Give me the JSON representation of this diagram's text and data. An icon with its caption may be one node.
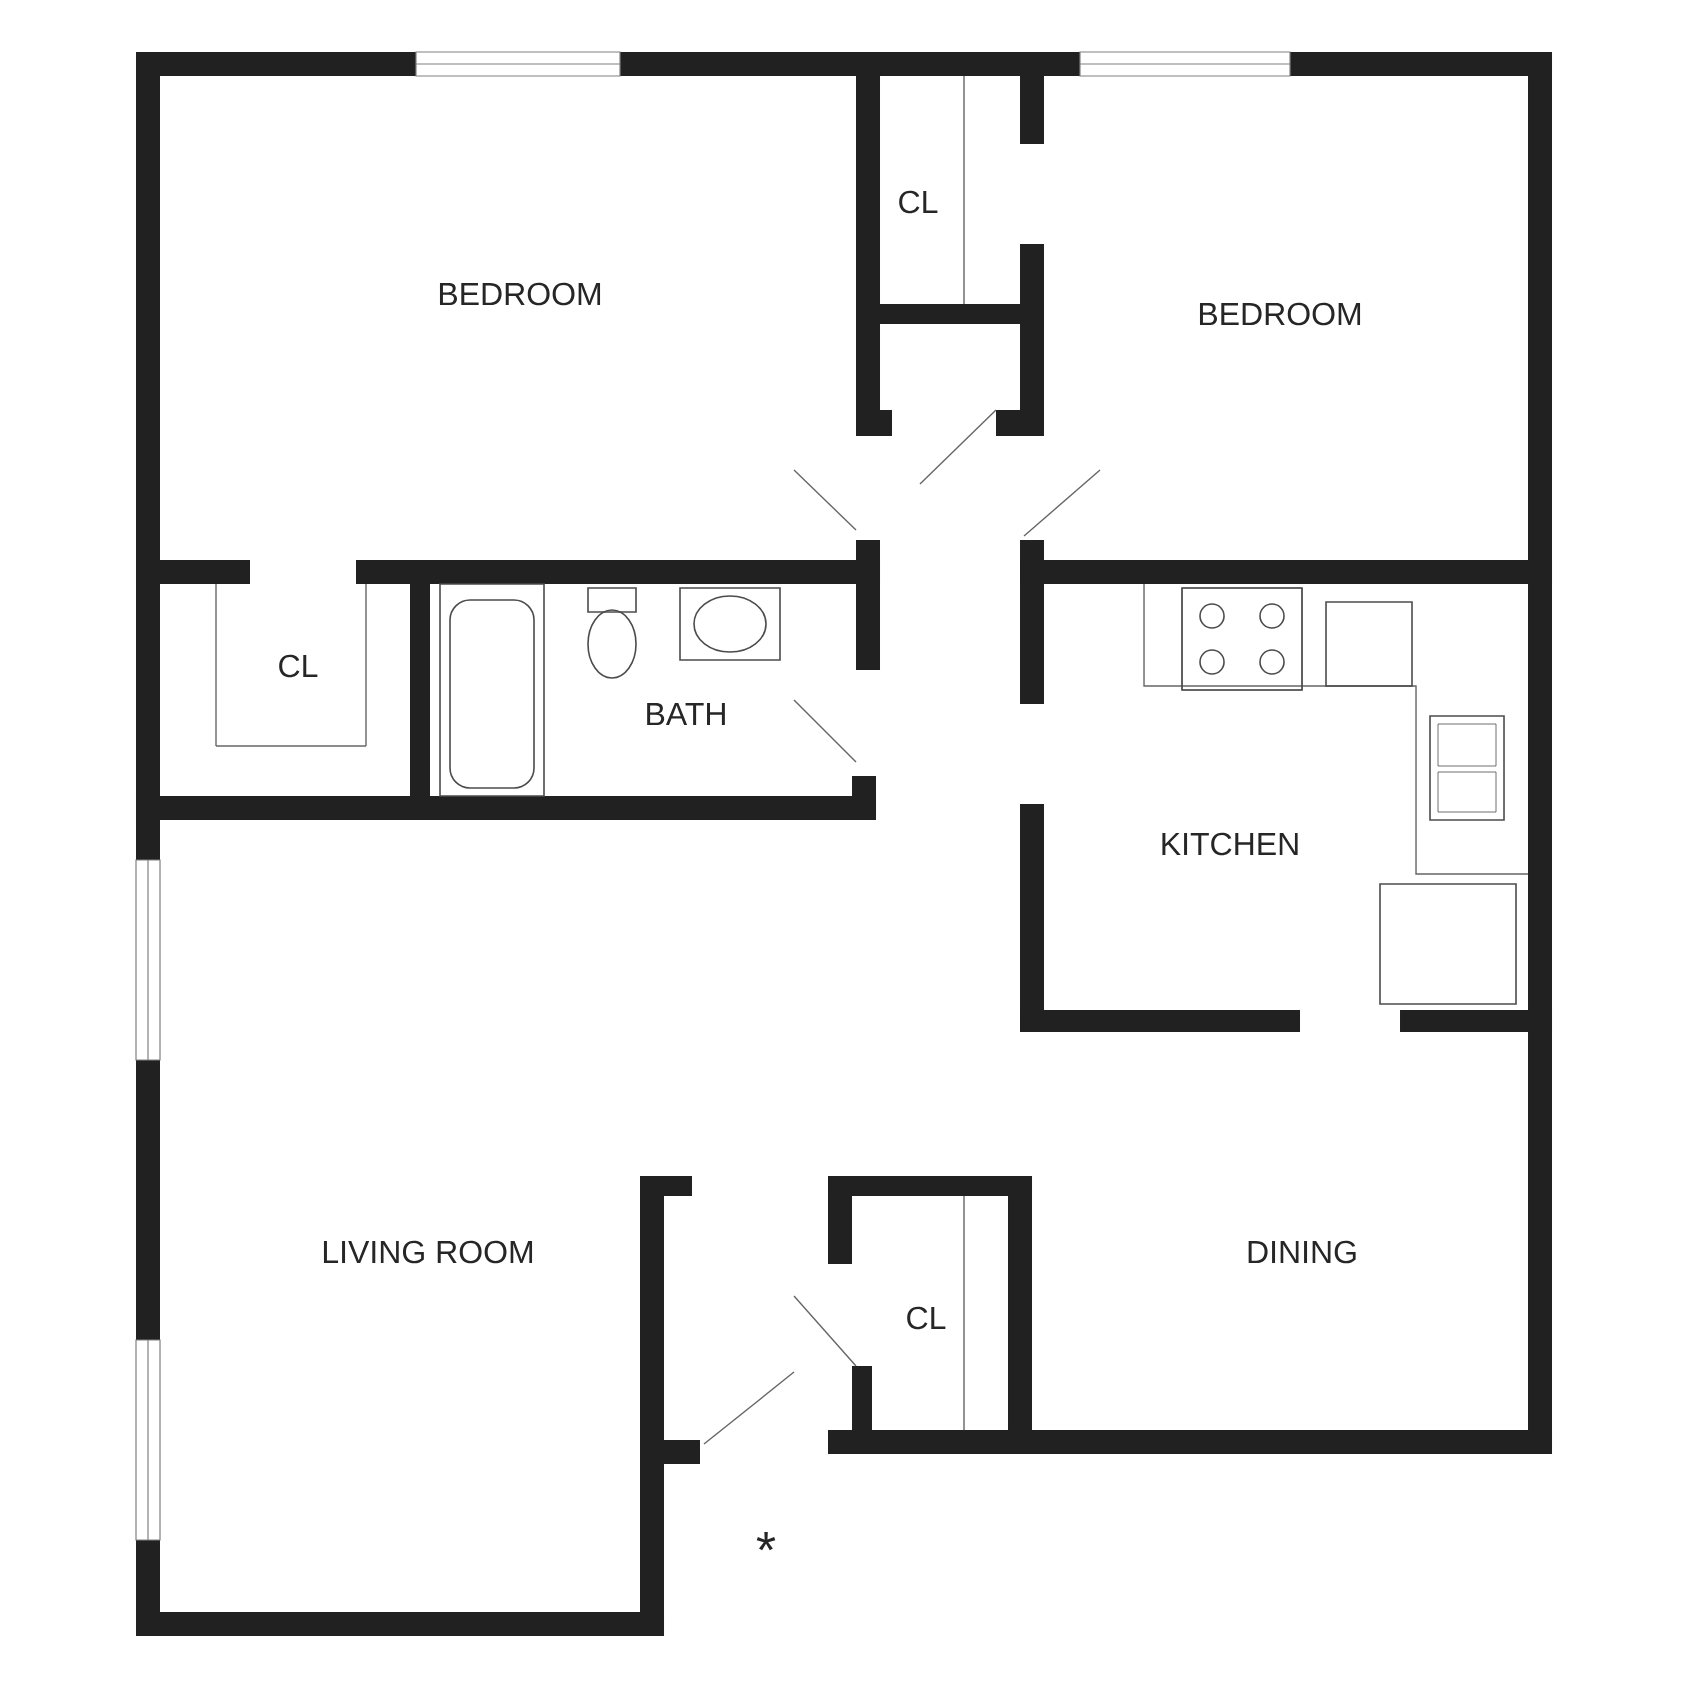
{
  "diagram": {
    "labels": [
      "BEDROOM",
      "CL",
      "BEDROOM",
      "CL",
      "BATH",
      "KITCHEN",
      "LIVING ROOM",
      "CL",
      "DINING",
      "*"
    ]
  }
}
